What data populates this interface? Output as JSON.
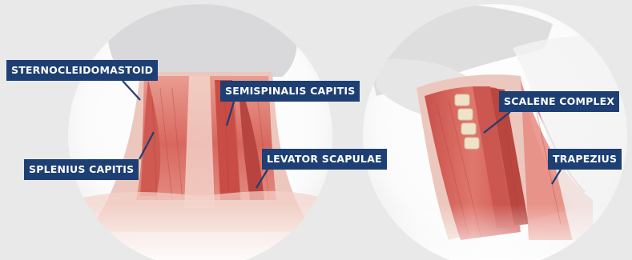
{
  "labels": {
    "sternocleidomastoid": "STERNOCLEIDOMASTOID",
    "semispinalis_capitis": "SEMISPINALIS CAPITIS",
    "splenius_capitis": "SPLENIUS CAPITIS",
    "levator_scapulae": "LEVATOR SCAPULAE",
    "scalene_complex": "SCALENE COMPLEX",
    "trapezius": "TRAPEZIUS"
  },
  "colors": {
    "background": "#e9e9ea",
    "label_bg": "#1d3f73",
    "label_text": "#ffffff",
    "muscle": "#d8605a",
    "skin": "#ebc4ba"
  }
}
